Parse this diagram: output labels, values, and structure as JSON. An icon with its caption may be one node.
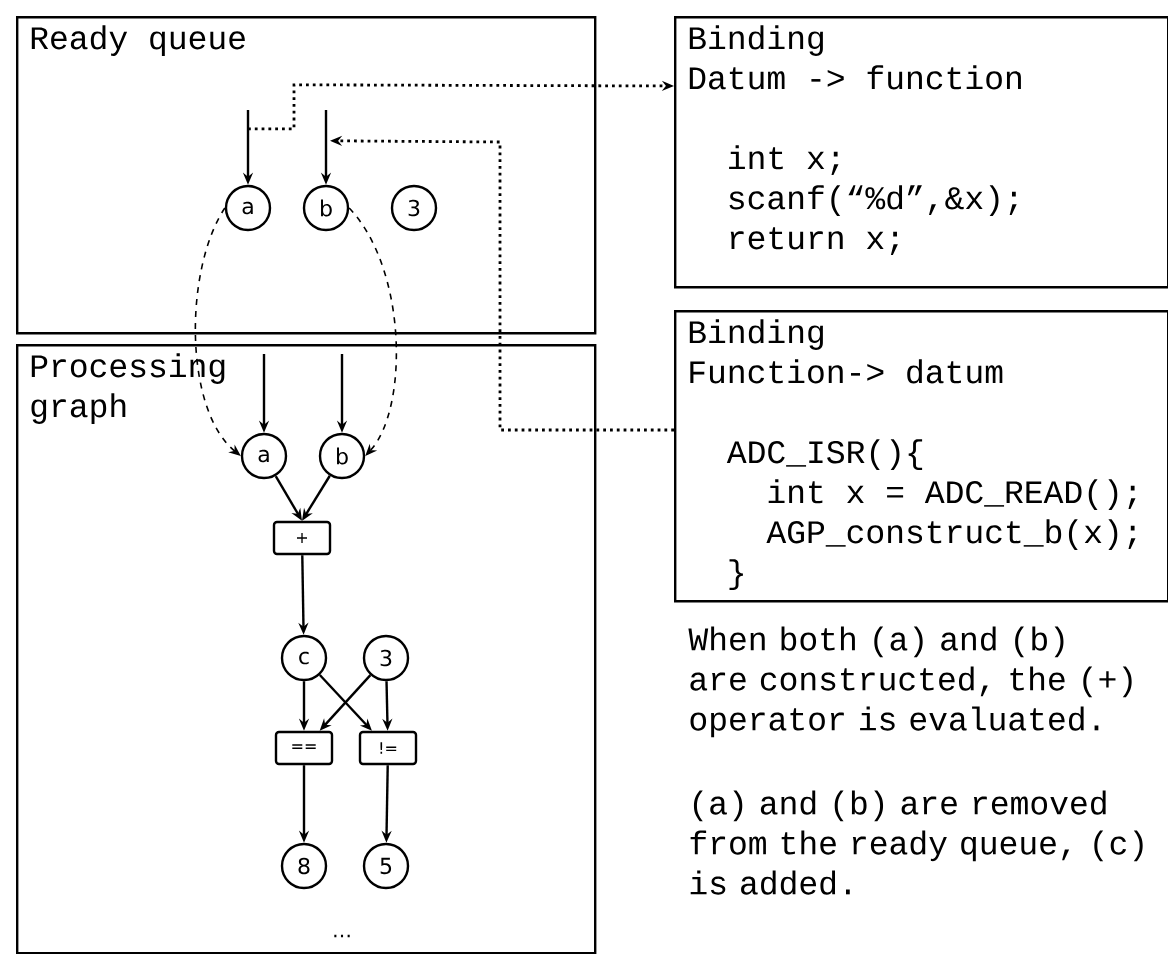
{
  "diagram": {
    "nodes": [
      {
        "text": [
          "Ready queue"
        ]
      },
      {
        "text": [
          "a"
        ],
        "in": 0
      },
      {
        "text": [
          "b"
        ],
        "in": 0
      },
      {
        "text": [
          "3"
        ],
        "in": 0
      },
      {
        "text": [
          "Processing graph"
        ]
      },
      {
        "text": [
          "a"
        ],
        "in": 4
      },
      {
        "text": [
          "b"
        ],
        "in": 4
      },
      {
        "text": [
          "+"
        ],
        "in": 4
      },
      {
        "text": [
          "c"
        ],
        "in": 4
      },
      {
        "text": [
          "3"
        ],
        "in": 4
      },
      {
        "text": [
          "=="
        ],
        "in": 4
      },
      {
        "text": [
          "!="
        ],
        "in": 4
      },
      {
        "text": [
          "8"
        ],
        "in": 4
      },
      {
        "text": [
          "5"
        ],
        "in": 4
      },
      {
        "text": [
          "Binding",
          "Datum -> function",
          "int x;",
          "scanf(“%d”,&x);",
          "return x;"
        ]
      },
      {
        "text": [
          "Binding",
          "Function-> datum",
          "ADC_ISR(){",
          "int x = ADC_READ();",
          "AGP_construct_b(x);",
          "}"
        ]
      }
    ],
    "edges": [
      {
        "from": null,
        "to": 1,
        "arrow": "to"
      },
      {
        "from": null,
        "to": 2,
        "arrow": "to"
      },
      {
        "from": 1,
        "to": 14,
        "arrow": "to",
        "style": "dashed"
      },
      {
        "from": 15,
        "to": 2,
        "arrow": "to",
        "style": "dashed"
      },
      {
        "from": 1,
        "to": 5,
        "arrow": "to",
        "style": "dashed"
      },
      {
        "from": 2,
        "to": 6,
        "arrow": "to",
        "style": "dashed"
      },
      {
        "from": null,
        "to": 5,
        "arrow": "to"
      },
      {
        "from": null,
        "to": 6,
        "arrow": "to"
      },
      {
        "from": 5,
        "to": 7,
        "arrow": "to"
      },
      {
        "from": 6,
        "to": 7,
        "arrow": "to"
      },
      {
        "from": 7,
        "to": 8,
        "arrow": "to"
      },
      {
        "from": 8,
        "to": 10,
        "arrow": "to"
      },
      {
        "from": 8,
        "to": 11,
        "arrow": "to"
      },
      {
        "from": 9,
        "to": 10,
        "arrow": "to"
      },
      {
        "from": 9,
        "to": 11,
        "arrow": "to"
      },
      {
        "from": 10,
        "to": 12,
        "arrow": "to"
      },
      {
        "from": 11,
        "to": 13,
        "arrow": "to"
      }
    ],
    "labels": [
      "When both (a) and (b) are constructed, the (+) operator is evaluated.",
      "(a) and (b) are removed from the ready queue, (c) is added.",
      "…"
    ]
  }
}
